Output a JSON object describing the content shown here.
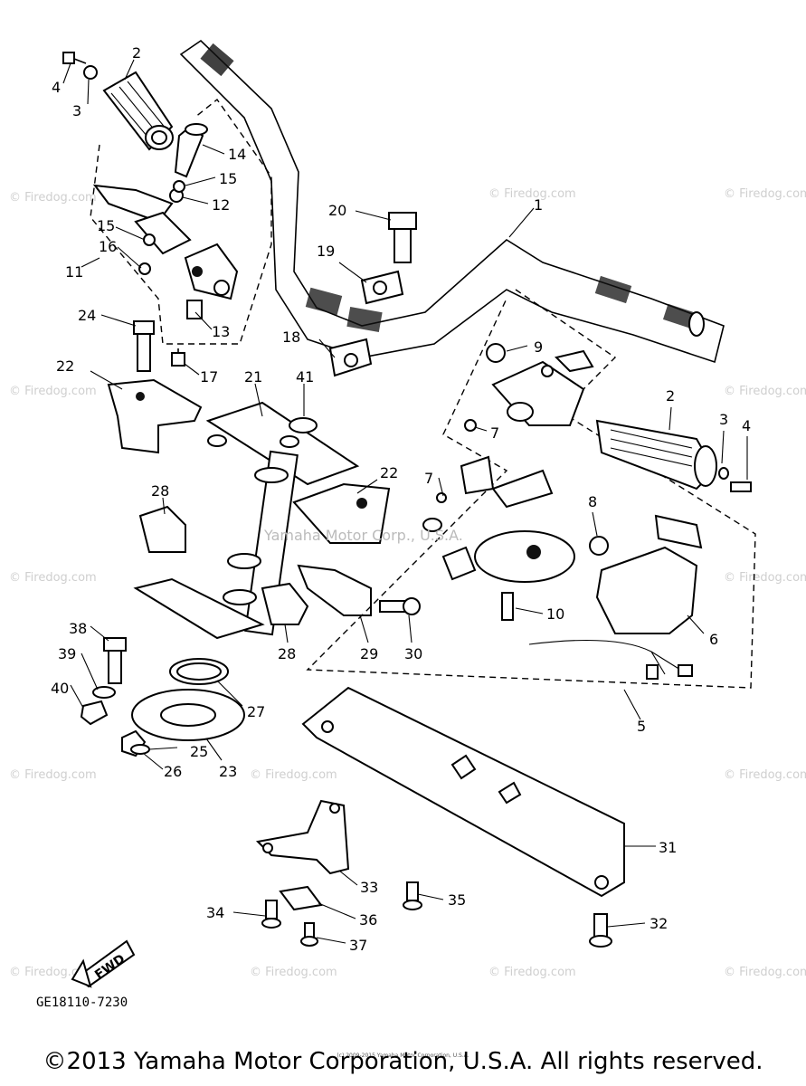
{
  "diagram": {
    "part_numbers": [
      "1",
      "2",
      "3",
      "4",
      "5",
      "6",
      "7",
      "8",
      "9",
      "10",
      "11",
      "12",
      "13",
      "14",
      "15",
      "16",
      "17",
      "18",
      "19",
      "20",
      "21",
      "22",
      "23",
      "24",
      "25",
      "26",
      "27",
      "28",
      "29",
      "30",
      "31",
      "32",
      "33",
      "34",
      "35",
      "36",
      "37",
      "38",
      "39",
      "40",
      "41"
    ],
    "watermark": "© Firedog.com",
    "center_watermark": "Yamaha Motor Corp., U.S.A.",
    "direction_label": "FWD",
    "diagram_code": "GE18110-7230",
    "fine_print": "(c) 2009-2015 Yamaha Motor Corporation, U.S.A.",
    "copyright": "©2013 Yamaha Motor Corporation, U.S.A. All rights reserved."
  }
}
